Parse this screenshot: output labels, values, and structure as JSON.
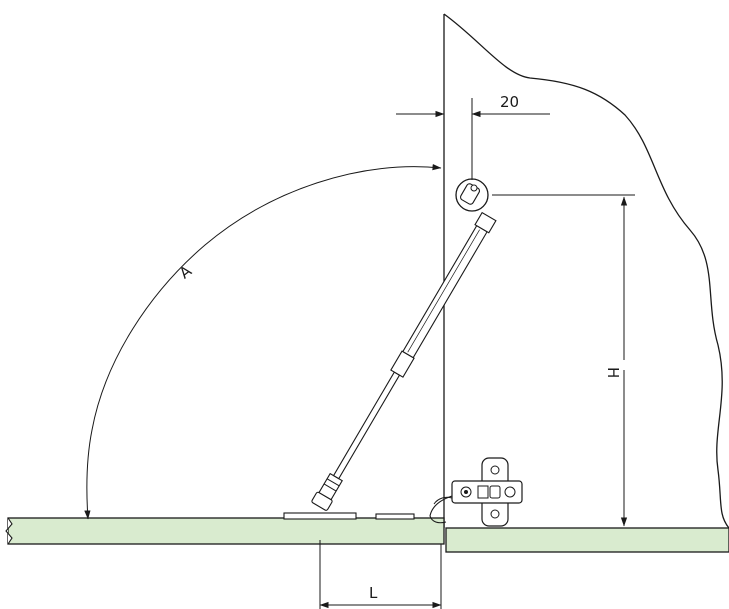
{
  "dimensions": {
    "offset": "20",
    "angle": "A",
    "height": "H",
    "length": "L"
  },
  "colors": {
    "panel_fill": "#d9ebcf",
    "line": "#1a1a1a",
    "background": "#ffffff"
  },
  "icons": {
    "hinge": "cup-hinge-icon",
    "gas_strut": "gas-strut-icon"
  }
}
